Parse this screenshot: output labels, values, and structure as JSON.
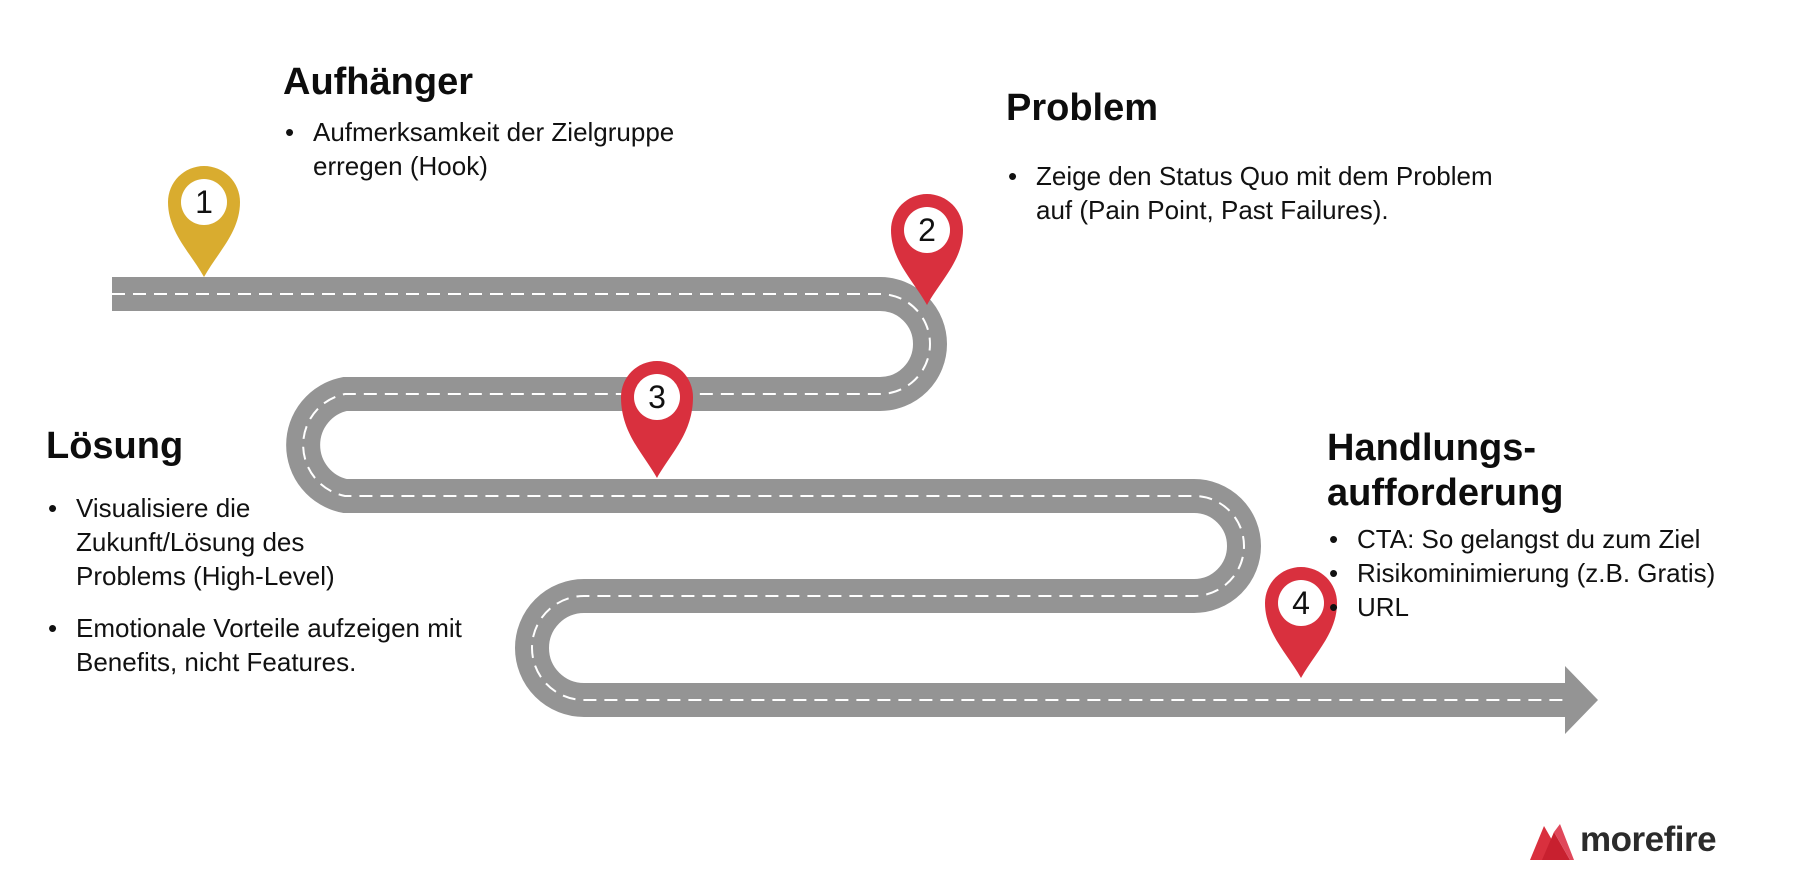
{
  "sections": {
    "hook": {
      "title": "Aufhänger",
      "bullets": [
        "Aufmerksamkeit der Zielgruppe erregen (Hook)"
      ]
    },
    "problem": {
      "title": "Problem",
      "bullets": [
        "Zeige den Status Quo mit dem Problem auf (Pain Point, Past Failures)."
      ]
    },
    "solution": {
      "title": "Lösung",
      "bullets": [
        "Visualisiere die Zukunft/Lösung des Problems (High-Level)",
        "Emotionale Vorteile aufzeigen mit Benefits, nicht Features."
      ]
    },
    "cta": {
      "title_line1": "Handlungs-",
      "title_line2": "aufforderung",
      "bullets": [
        "CTA: So gelangst du zum Ziel",
        "Risikominimierung (z.B. Gratis)",
        "URL"
      ]
    }
  },
  "markers": [
    {
      "label": "1",
      "color": "#d9ac2f"
    },
    {
      "label": "2",
      "color": "#d9303e"
    },
    {
      "label": "3",
      "color": "#d9303e"
    },
    {
      "label": "4",
      "color": "#d9303e"
    }
  ],
  "road": {
    "color": "#949494",
    "lane_color": "#ffffff"
  },
  "logo": {
    "text": "morefire",
    "icon": "morefire-flame-icon",
    "color": "#d9303e"
  }
}
